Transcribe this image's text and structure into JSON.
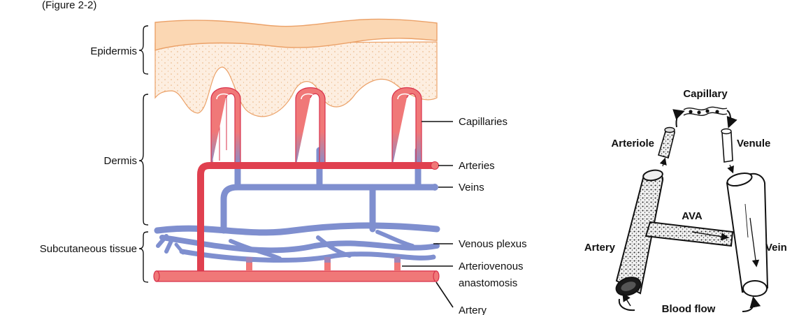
{
  "skin_diagram": {
    "caption_fragment": "(Figure 2-2)",
    "layers": {
      "epidermis": "Epidermis",
      "dermis": "Dermis",
      "subcutaneous": "Subcutaneous tissue"
    },
    "vessels": {
      "capillaries": "Capillaries",
      "arteries": "Arteries",
      "veins": "Veins",
      "venous_plexus": "Venous plexus",
      "arteriovenous_line1": "Arteriovenous",
      "arteriovenous_line2": "anastomosis",
      "artery": "Artery"
    }
  },
  "ava_diagram": {
    "capillary": "Capillary",
    "arteriole": "Arteriole",
    "venule": "Venule",
    "ava": "AVA",
    "artery": "Artery",
    "vein": "Vein",
    "blood_flow": "Blood flow"
  },
  "colors": {
    "epidermis_fill": "#fbd7b3",
    "epidermis_stroke": "#eba168",
    "dermis_fill": "#fdeee0",
    "artery_red": "#f07878",
    "vein_blue": "#7f8fcf"
  }
}
